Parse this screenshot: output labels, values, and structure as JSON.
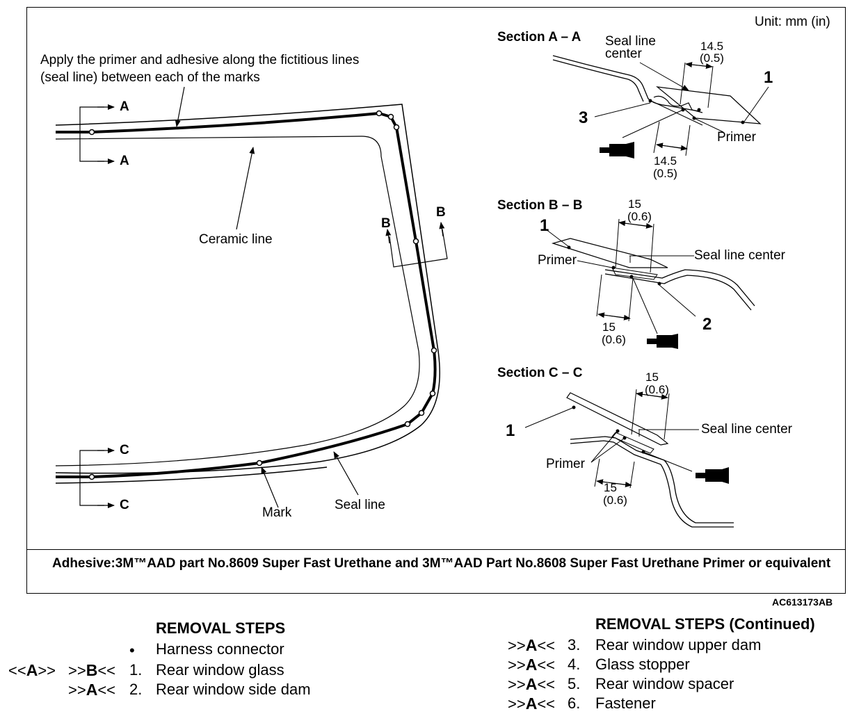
{
  "unit_label": "Unit: mm (in)",
  "instruction": "Apply the primer and adhesive along the fictitious lines (seal line) between each of the marks",
  "instruction_line1": "Apply the primer and adhesive along the fictitious lines",
  "instruction_line2": "(seal line) between each of the marks",
  "main_labels": {
    "ceramic_line": "Ceramic line",
    "mark": "Mark",
    "seal_line": "Seal line",
    "a": "A",
    "b": "B",
    "c": "C"
  },
  "section_a": {
    "title": "Section A – A",
    "seal_line_center_1": "Seal line",
    "seal_line_center_2": "center",
    "dim_top": "14.5",
    "dim_top_in": "(0.5)",
    "dim_bottom": "14.5",
    "dim_bottom_in": "(0.5)",
    "primer": "Primer",
    "num_1": "1",
    "num_3": "3"
  },
  "section_b": {
    "title": "Section B – B",
    "dim_top": "15",
    "dim_top_in": "(0.6)",
    "dim_bottom": "15",
    "dim_bottom_in": "(0.6)",
    "seal_line_center": "Seal line center",
    "primer": "Primer",
    "num_1": "1",
    "num_2": "2"
  },
  "section_c": {
    "title": "Section C – C",
    "dim_top": "15",
    "dim_top_in": "(0.6)",
    "dim_bottom": "15",
    "dim_bottom_in": "(0.6)",
    "seal_line_center": "Seal line center",
    "primer": "Primer",
    "num_1": "1"
  },
  "adhesive_note": "Adhesive:3M™AAD part No.8609 Super Fast Urethane and 3M™AAD Part No.8608 Super Fast Urethane Primer or equivalent",
  "figure_code": "AC613173AB",
  "removal_steps": {
    "title": "REMOVAL STEPS",
    "items": [
      {
        "tag_pre": "",
        "num": "•",
        "label": "Harness connector"
      },
      {
        "tag_pre": "<<A>>   >>B<<",
        "num": "1.",
        "label": "Rear window glass"
      },
      {
        "tag_pre": ">>A<<",
        "num": "2.",
        "label": "Rear window side dam"
      }
    ]
  },
  "removal_steps_cont": {
    "title": "REMOVAL STEPS (Continued)",
    "items": [
      {
        "tag_pre": ">>A<<",
        "num": "3.",
        "label": "Rear window upper dam"
      },
      {
        "tag_pre": ">>A<<",
        "num": "4.",
        "label": "Glass stopper"
      },
      {
        "tag_pre": ">>A<<",
        "num": "5.",
        "label": "Rear window spacer"
      },
      {
        "tag_pre": ">>A<<",
        "num": "6.",
        "label": "Fastener"
      }
    ]
  }
}
